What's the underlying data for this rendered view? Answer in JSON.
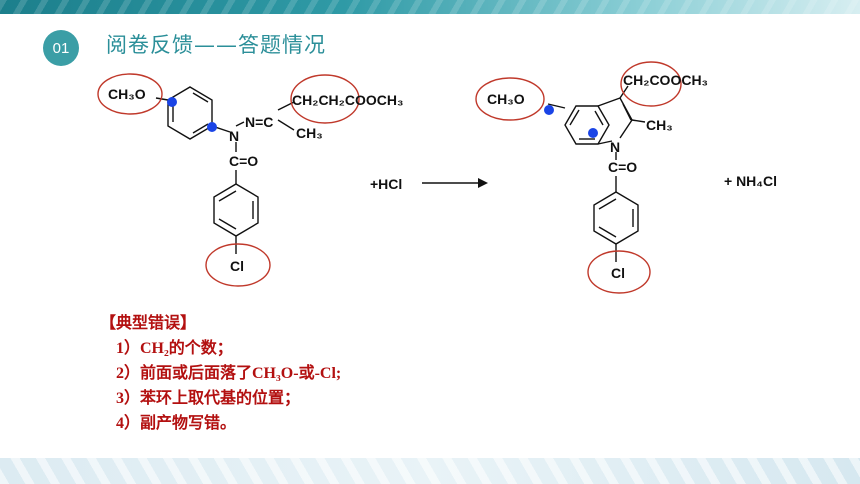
{
  "header": {
    "section_number": "01",
    "title": "阅卷反馈——答题情况"
  },
  "reaction": {
    "reactant": {
      "methoxy": "CH₃O",
      "hydrazone": "N=C",
      "amine_n": "N",
      "side_chain": "CH₂CH₂COOCH₃",
      "methyl": "CH₃",
      "carbonyl": "C=O",
      "chloro": "Cl"
    },
    "reagent": "+HCl",
    "product": {
      "methoxy": "CH₃O",
      "side_chain": "CH₂COOCH₃",
      "methyl": "CH₃",
      "ring_n": "N",
      "carbonyl": "C=O",
      "chloro": "Cl"
    },
    "byproduct": "+ NH₄Cl"
  },
  "errors": {
    "heading": "【典型错误】",
    "items": [
      "1）CH₂的个数；",
      "2）前面或后面落了CH₃O-或-Cl;",
      "3）苯环上取代基的位置；",
      "4）副产物写错。"
    ]
  },
  "colors": {
    "accent": "#2b8f99",
    "highlight_circle": "#c0392b",
    "marker_dot": "#1a44e6",
    "error_text": "#b31010"
  }
}
